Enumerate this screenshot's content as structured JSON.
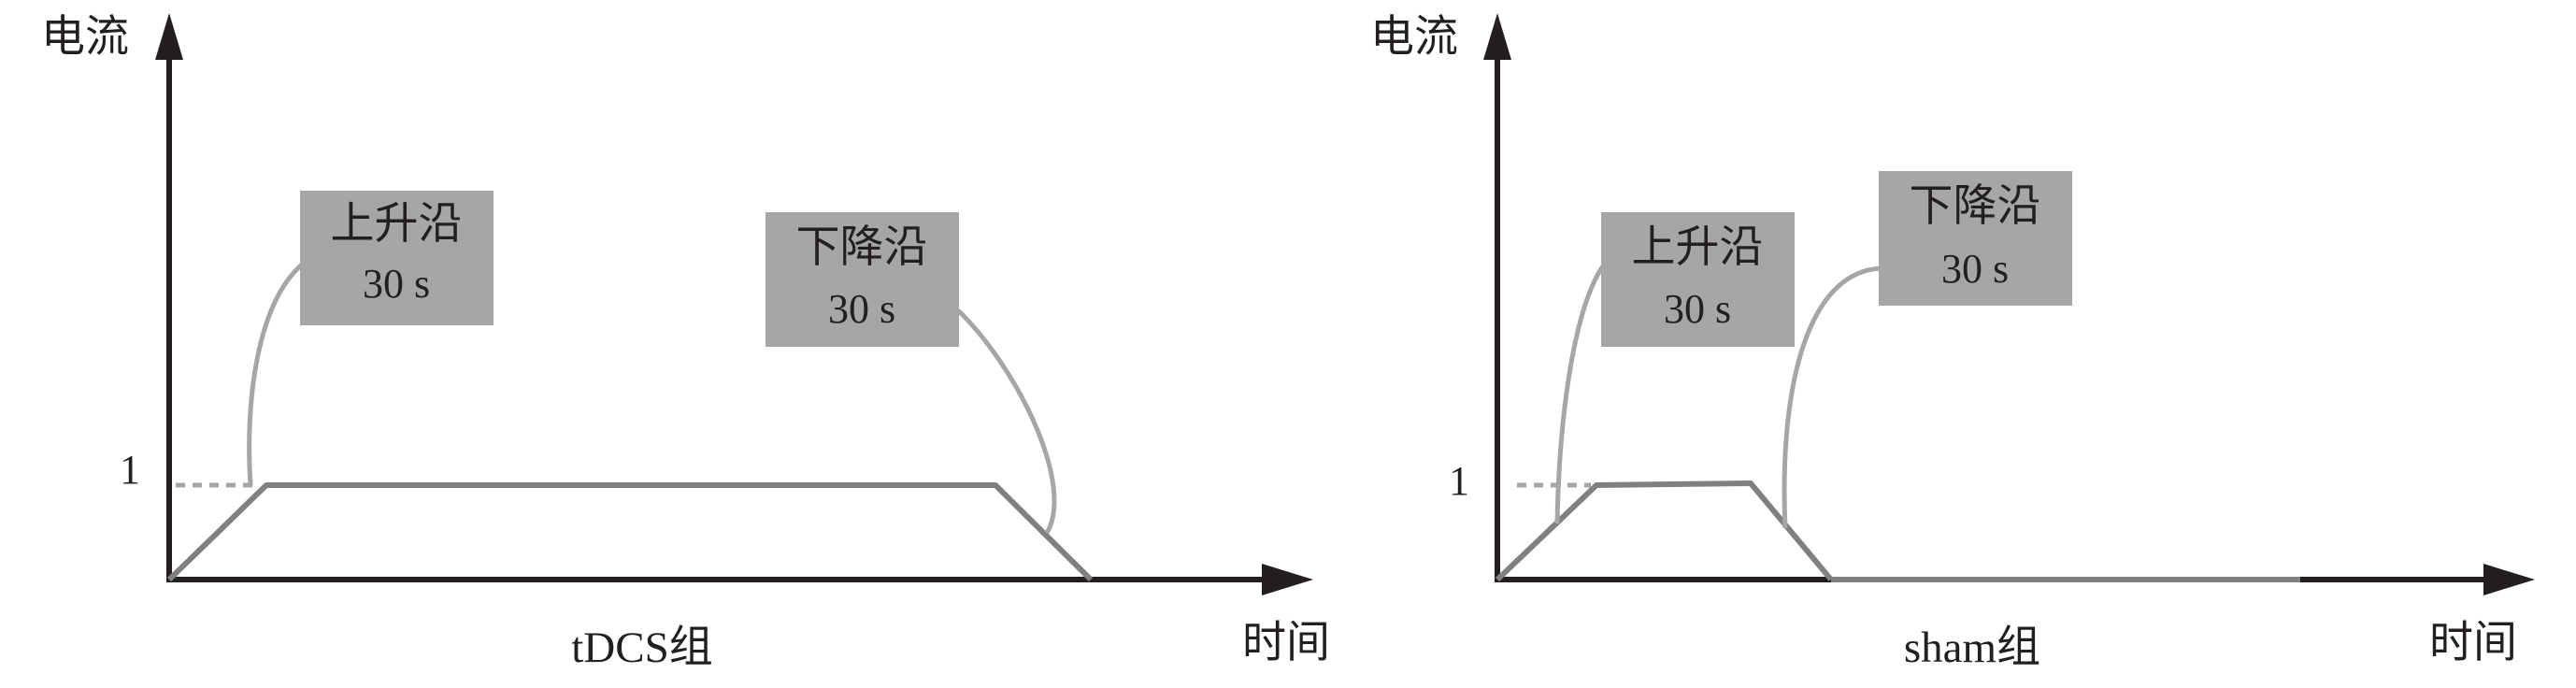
{
  "colors": {
    "axis": "#231f20",
    "waveform": "#808080",
    "callout_box": "#a6a6a6",
    "leader_line": "#a6a6a6",
    "dotted_level": "#a6a6a6"
  },
  "panels": [
    {
      "id": "tdcs",
      "y_axis_label": "电流",
      "x_axis_label": "时间",
      "level_tick": "1",
      "group_label": "tDCS组",
      "callouts": [
        {
          "title": "上升沿",
          "value": "30 s"
        },
        {
          "title": "下降沿",
          "value": "30 s"
        }
      ]
    },
    {
      "id": "sham",
      "y_axis_label": "电流",
      "x_axis_label": "时间",
      "level_tick": "1",
      "group_label": "sham组",
      "callouts": [
        {
          "title": "上升沿",
          "value": "30 s"
        },
        {
          "title": "下降沿",
          "value": "30 s"
        }
      ]
    }
  ]
}
